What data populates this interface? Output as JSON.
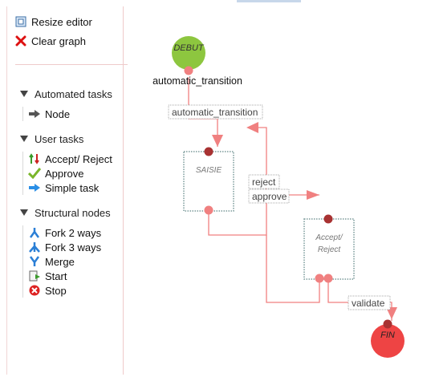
{
  "toolbar": {
    "resize_label": "Resize editor",
    "clear_label": "Clear graph"
  },
  "palette": {
    "sections": [
      {
        "title": "Automated tasks",
        "items": [
          {
            "label": "Node",
            "icon": "arrow-right-icon"
          }
        ]
      },
      {
        "title": "User tasks",
        "items": [
          {
            "label": "Accept/ Reject",
            "icon": "accept-reject-icon"
          },
          {
            "label": "Approve",
            "icon": "checkmark-icon"
          },
          {
            "label": "Simple task",
            "icon": "blue-arrow-icon"
          }
        ]
      },
      {
        "title": "Structural nodes",
        "items": [
          {
            "label": "Fork 2 ways",
            "icon": "fork2-icon"
          },
          {
            "label": "Fork 3 ways",
            "icon": "fork3-icon"
          },
          {
            "label": "Merge",
            "icon": "merge-icon"
          },
          {
            "label": "Start",
            "icon": "start-icon"
          },
          {
            "label": "Stop",
            "icon": "stop-icon"
          }
        ]
      }
    ]
  },
  "graph": {
    "start_node": {
      "label": "DEBUT",
      "caption": "automatic_transition"
    },
    "task_nodes": [
      {
        "label": "SAISIE"
      },
      {
        "label_line1": "Accept/",
        "label_line2": "Reject"
      }
    ],
    "end_node": {
      "label": "FIN"
    },
    "transition_labels": {
      "automatic": "automatic_transition",
      "reject": "reject",
      "approve": "approve",
      "validate": "validate"
    },
    "colors": {
      "start_fill": "#8dc63f",
      "end_fill": "#ee4444",
      "edge": "#f08080",
      "port": "#a83232",
      "port_light": "#f08080"
    }
  }
}
